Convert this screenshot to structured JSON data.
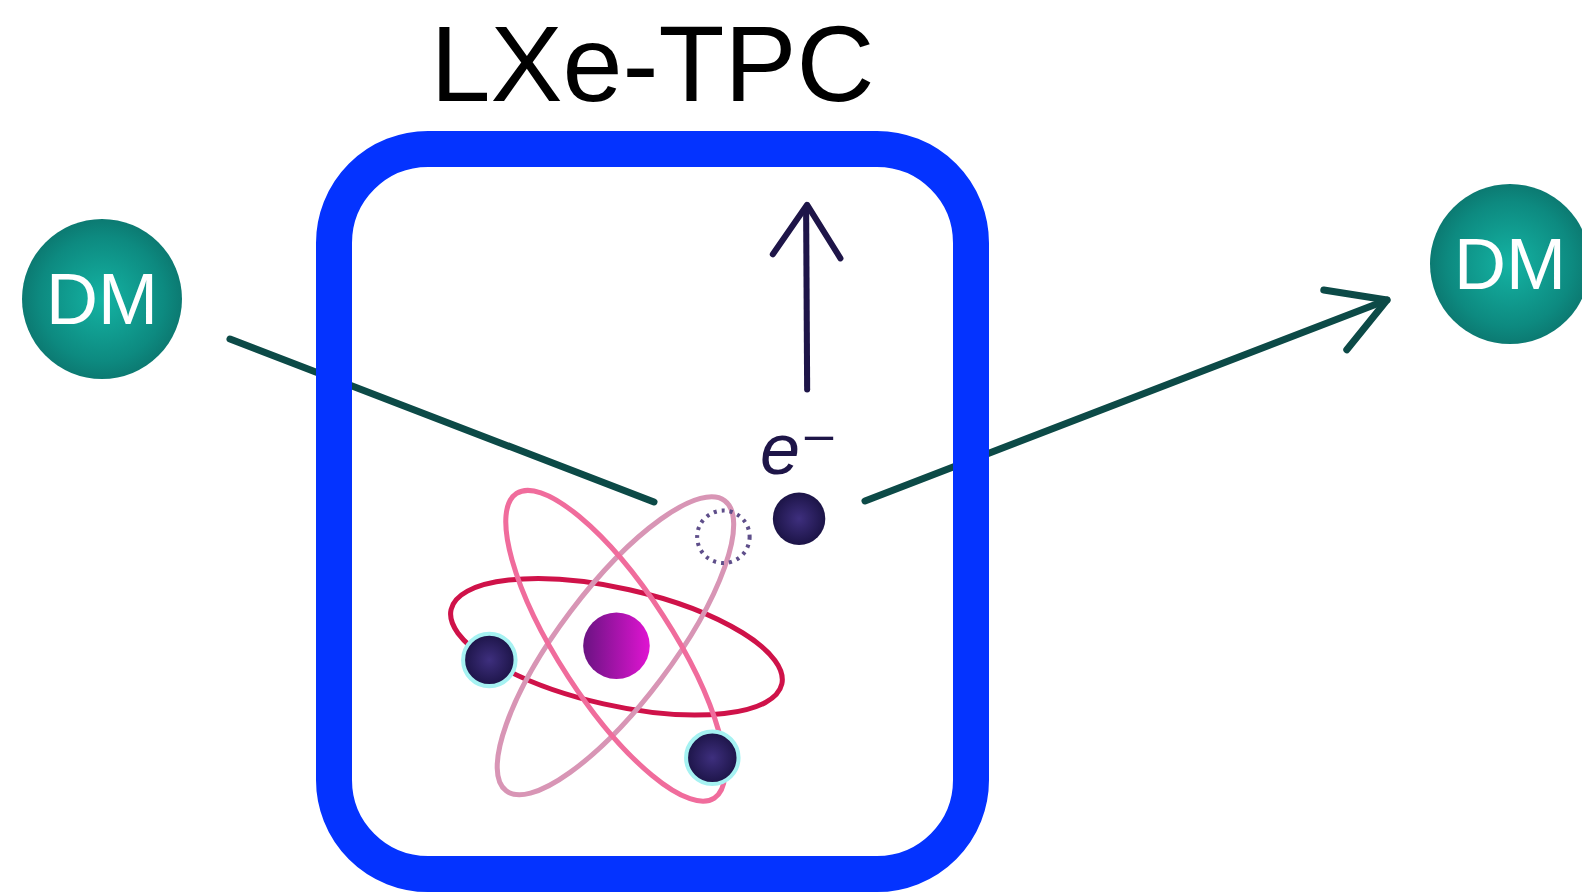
{
  "diagram": {
    "nodes": [
      {
        "text": [
          "DM"
        ]
      },
      {
        "text": [
          "LXe-TPC"
        ]
      },
      {
        "text": [
          "DM"
        ]
      }
    ],
    "edges": [
      {
        "from": 0,
        "to": 1,
        "arrow": "none"
      },
      {
        "from": 1,
        "to": 2,
        "arrow": "to"
      }
    ],
    "labels": [
      "e⁻"
    ]
  }
}
